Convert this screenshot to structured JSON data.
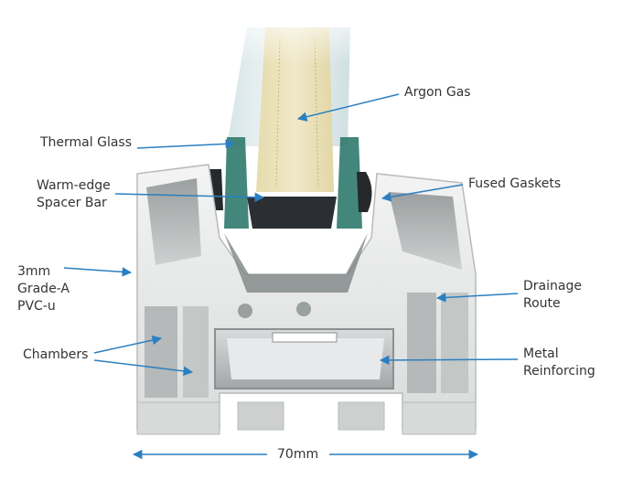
{
  "labels": {
    "argon_gas": "Argon Gas",
    "thermal_glass": "Thermal Glass",
    "warm_edge_line1": "Warm-edge",
    "warm_edge_line2": "Spacer Bar",
    "fused_gaskets": "Fused Gaskets",
    "pvc_line1": "3mm",
    "pvc_line2": "Grade-A",
    "pvc_line3": "PVC-u",
    "drainage_line1": "Drainage",
    "drainage_line2": "Route",
    "chambers": "Chambers",
    "metal_line1": "Metal",
    "metal_line2": "Reinforcing",
    "dimension": "70mm"
  },
  "colors": {
    "arrow": "#2a7fc1",
    "text": "#333333",
    "profile_light": "#e9ebe9",
    "profile_shadow": "#9fa3a3",
    "glass_green": "#2f7a6e",
    "argon_fill": "#e4dcb9",
    "spacer": "#2b2f33",
    "metal": "#b9bcbd"
  }
}
